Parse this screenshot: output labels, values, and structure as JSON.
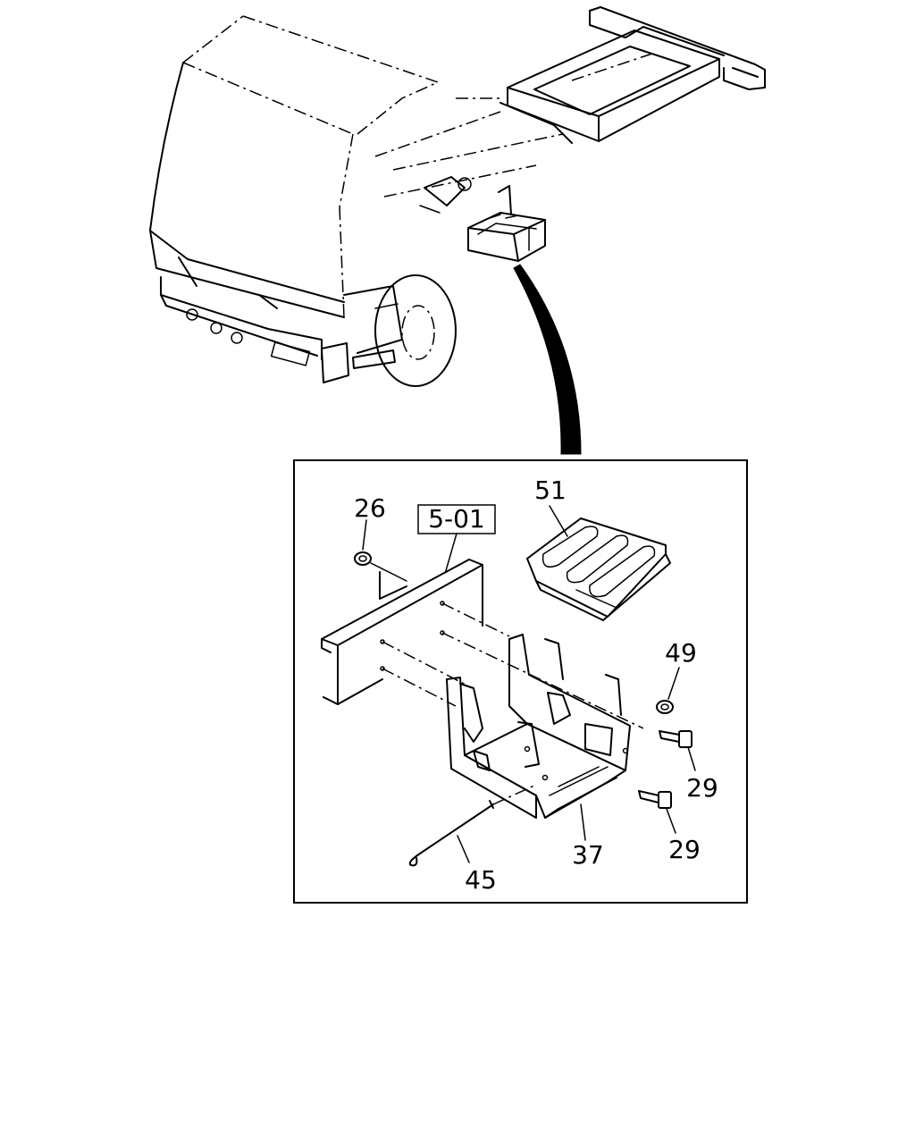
{
  "detail_box": {
    "ref_label": "5-01"
  },
  "callouts": [
    {
      "id": "26",
      "text": "26"
    },
    {
      "id": "51",
      "text": "51"
    },
    {
      "id": "49",
      "text": "49"
    },
    {
      "id": "29a",
      "text": "29"
    },
    {
      "id": "29b",
      "text": "29"
    },
    {
      "id": "37",
      "text": "37"
    },
    {
      "id": "45",
      "text": "45"
    }
  ],
  "colors": {
    "line": "#000000",
    "background": "#ffffff"
  }
}
